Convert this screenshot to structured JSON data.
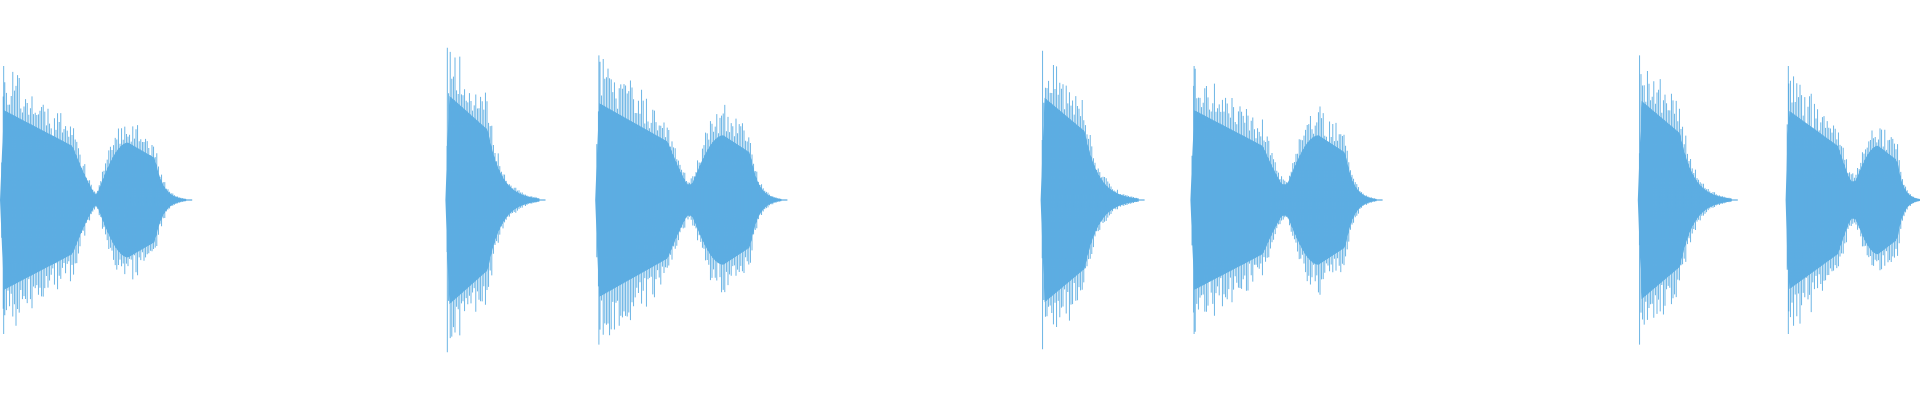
{
  "waveform": {
    "color": "#5dade2",
    "bursts": [
      {
        "start": 0.0,
        "end": 0.097,
        "peak": 0.88,
        "lobe2": 0.55,
        "mid": 0.05,
        "ring": 0.38
      },
      {
        "start": 0.232,
        "end": 0.281,
        "peak": 1.0,
        "lobe2": 0.0,
        "mid": 0.3,
        "ring": 0.3
      },
      {
        "start": 0.31,
        "end": 0.407,
        "peak": 0.95,
        "lobe2": 0.62,
        "mid": 0.15,
        "ring": 0.38
      },
      {
        "start": 0.542,
        "end": 0.593,
        "peak": 0.98,
        "lobe2": 0.0,
        "mid": 0.3,
        "ring": 0.3
      },
      {
        "start": 0.62,
        "end": 0.717,
        "peak": 0.88,
        "lobe2": 0.62,
        "mid": 0.15,
        "ring": 0.38
      },
      {
        "start": 0.853,
        "end": 0.902,
        "peak": 0.95,
        "lobe2": 0.0,
        "mid": 0.3,
        "ring": 0.3
      },
      {
        "start": 0.93,
        "end": 1.0,
        "peak": 0.88,
        "lobe2": 0.52,
        "mid": 0.18,
        "ring": 0.4
      }
    ]
  }
}
